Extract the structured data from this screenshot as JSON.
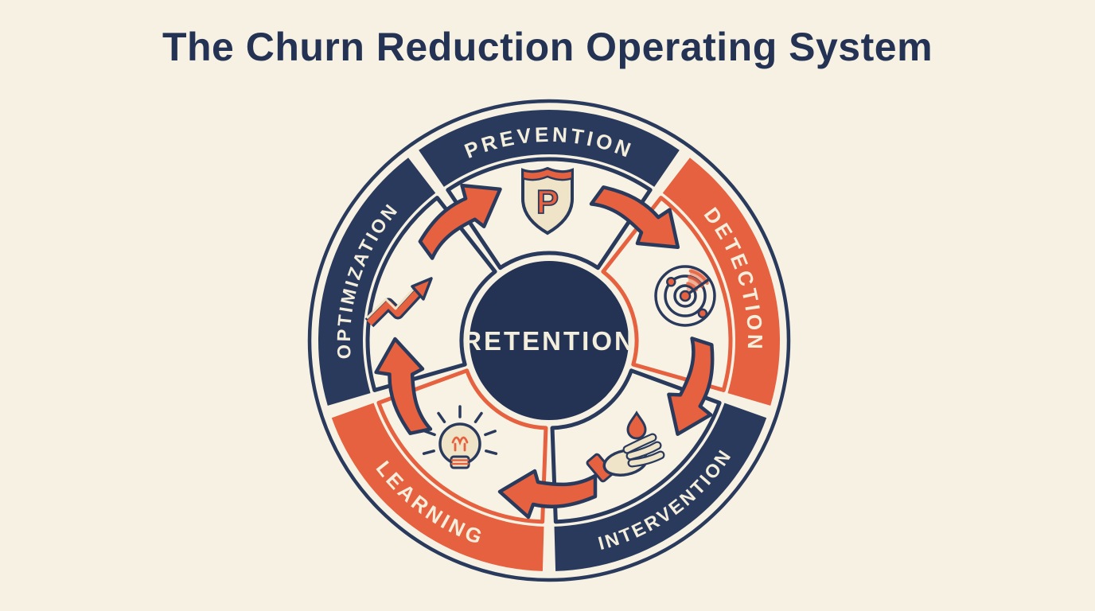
{
  "title": "The Churn Reduction Operating System",
  "colors": {
    "background": "#f6f1e3",
    "navy": "#2a3a5c",
    "navy_deep": "#243254",
    "orange": "#e5613f",
    "cream": "#f4eedd",
    "inner_cream": "#f7f2e4",
    "icon_cream": "#efe4c7"
  },
  "wheel": {
    "center_label": "RETENTION",
    "shield_letter": "P",
    "segments": [
      {
        "id": "prevention",
        "label": "PREVENTION",
        "color": "navy",
        "icon": "shield-icon"
      },
      {
        "id": "detection",
        "label": "DETECTION",
        "color": "orange",
        "icon": "radar-icon"
      },
      {
        "id": "intervention",
        "label": "INTERVENTION",
        "color": "navy",
        "icon": "hand-droplet-icon"
      },
      {
        "id": "learning",
        "label": "LEARNING",
        "color": "orange",
        "icon": "lightbulb-icon"
      },
      {
        "id": "optimization",
        "label": "OPTIMIZATION",
        "color": "navy",
        "icon": "trend-up-arrow-icon"
      }
    ],
    "flow": [
      "PREVENTION",
      "DETECTION",
      "INTERVENTION",
      "LEARNING",
      "OPTIMIZATION"
    ]
  }
}
